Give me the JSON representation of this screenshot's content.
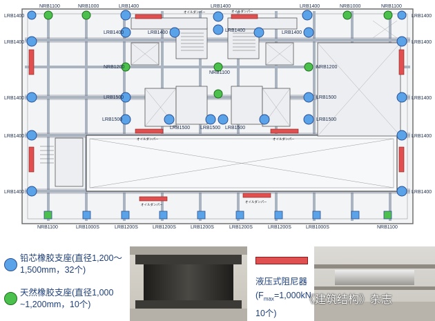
{
  "legend": {
    "lead_rubber": {
      "line1": "铅芯橡胶支座(直径1,200～",
      "line2": "1,500mm，32个)",
      "color": "#5ba3e8"
    },
    "natural_rubber": {
      "line1": "天然橡胶支座(直径1,000",
      "line2": "~1,200mm，10个)",
      "color": "#4cc04c"
    },
    "damper": {
      "line1": "液压式阻尼器",
      "formula_prefix": "(F",
      "formula_sub": "max",
      "formula_rest": "=1,000kN",
      "line3": "10个)",
      "color": "#e05050"
    }
  },
  "watermark": "《建筑结构》杂志",
  "plan_labels": {
    "top": [
      "NRB1100",
      "NRB1000",
      "LRB1400",
      "LRB1400",
      "LRB1400",
      "NRB1000",
      "NRB1100"
    ],
    "core": [
      "LRB1400",
      "LRB1400",
      "LRB1400",
      "LRB1400",
      "NRB1100",
      "NRB1200",
      "NRB1200",
      "LRB1500",
      "LRB1500",
      "LRB1500",
      "LRB1500",
      "LRB1500",
      "LRB1500",
      "LRB1500"
    ],
    "left": [
      "LRB1400",
      "LRB1400",
      "LRB1400",
      "LRB1400",
      "LRB1400"
    ],
    "right": [
      "LRB1400",
      "LRB1400",
      "LRB1400",
      "LRB1400",
      "LRB1400"
    ],
    "bottom": [
      "NRB1100",
      "LRB1000S",
      "LRB1200S",
      "LRB1200S",
      "LRB1200S",
      "LRB1200S",
      "LRB1200S",
      "LRB1000S",
      "NRB1100"
    ],
    "damper_jp": "オイルダンパー"
  }
}
